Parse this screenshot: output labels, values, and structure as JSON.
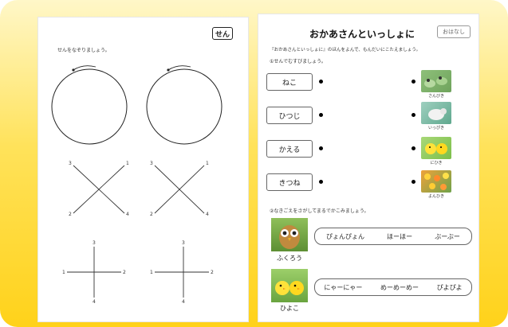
{
  "left_sheet": {
    "tag": "せん",
    "instruction": "せんをなぞりましょう。",
    "cross_labels": [
      "3",
      "1",
      "2",
      "4"
    ],
    "plus_labels": [
      "3",
      "1",
      "2",
      "4"
    ]
  },
  "right_sheet": {
    "title": "おかあさんといっしょに",
    "tag": "おはなし",
    "intro": "『おかあさんといっしょに』のほんをよんで、もんだいにこたえましょう。",
    "q1": "①せんでむすびましょう。",
    "words": [
      "ねこ",
      "ひつじ",
      "かえる",
      "きつね"
    ],
    "pictures": [
      {
        "label": "さんびき",
        "icon": "frogs-picture"
      },
      {
        "label": "いっぴき",
        "icon": "sheep-picture"
      },
      {
        "label": "にひき",
        "icon": "chicks-picture"
      },
      {
        "label": "よんひき",
        "icon": "flowers-picture"
      }
    ],
    "q2": "②なきごえをさがしてまるでかこみましょう。",
    "animals": [
      {
        "name": "ふくろう",
        "sounds": [
          "ぴょんぴょん",
          "ほーほー",
          "ぶーぶー"
        ]
      },
      {
        "name": "ひよこ",
        "sounds": [
          "にゃーにゃー",
          "めーめーめー",
          "ぴよぴよ"
        ]
      }
    ]
  },
  "colors": {
    "frame": "#ffd21a",
    "paper": "#ffffff"
  }
}
